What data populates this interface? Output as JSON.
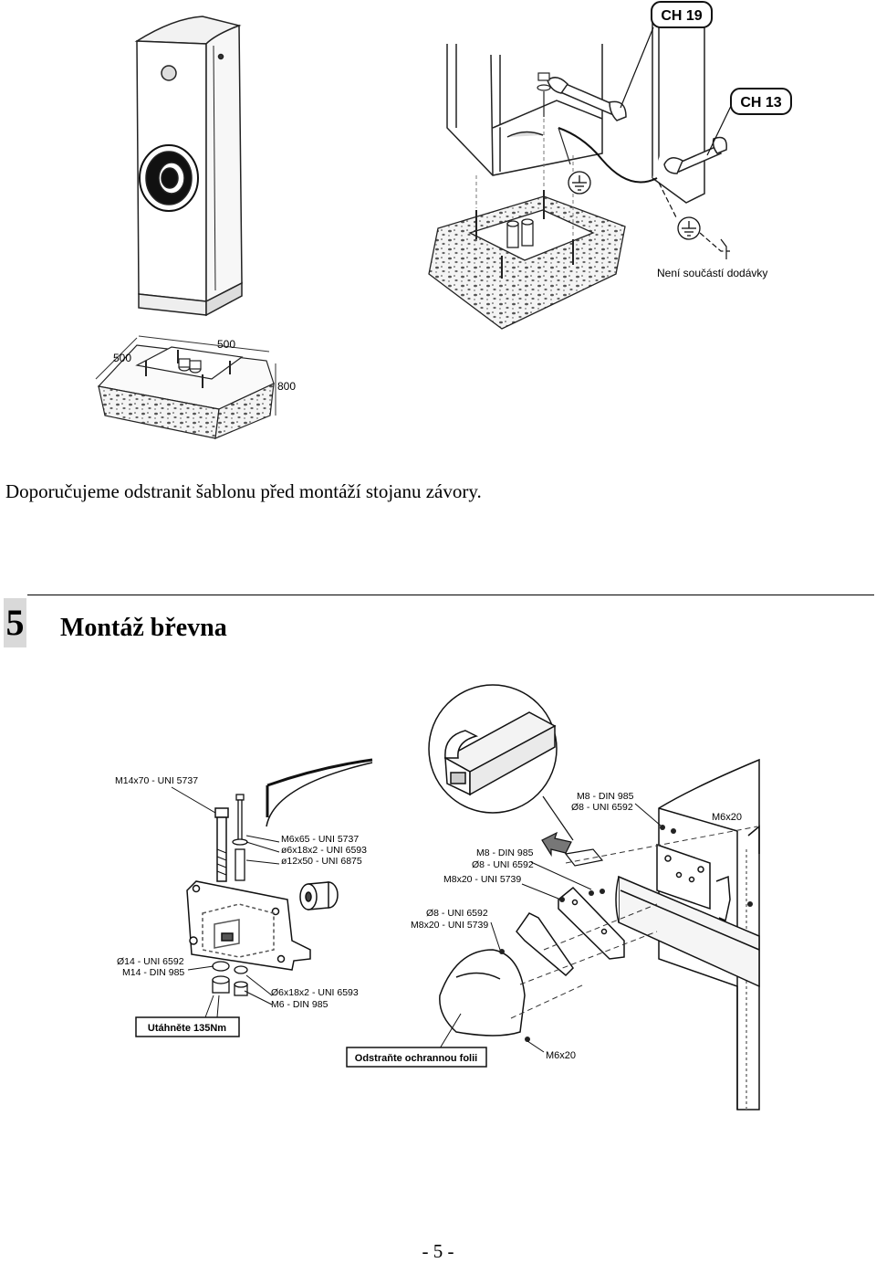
{
  "figure_top": {
    "labels": {
      "ch19": "CH 19",
      "ch13": "CH 13",
      "not_included": "Není součástí dodávky",
      "dim_a": "500",
      "dim_b": "500",
      "dim_c": "800"
    }
  },
  "note": "Doporučujeme odstranit šablonu před montáží stojanu závory.",
  "section": {
    "number": "5",
    "title": "Montáž břevna"
  },
  "figure_bottom": {
    "labels": {
      "m14x70": "M14x70 - UNI 5737",
      "m6x65": "M6x65 - UNI 5737",
      "d6x18_top": "ø6x18x2 - UNI 6593",
      "d12x50": "ø12x50 - UNI 6875",
      "d14": "Ø14 - UNI 6592",
      "m14_nut": "M14 - DIN 985",
      "d6x18_bottom": "Ø6x18x2 - UNI 6593",
      "m6_nut": "M6 - DIN 985",
      "tighten": "Utáhněte 135Nm",
      "m8_din_a": "M8 - DIN 985",
      "d8_a": "Ø8 - UNI 6592",
      "m6x20_a": "M6x20",
      "m8_din_b": "M8 - DIN 985",
      "d8_b": "Ø8 - UNI 6592",
      "m8x20_a": "M8x20 - UNI 5739",
      "d8_c": "Ø8 - UNI 6592",
      "m8x20_b": "M8x20 - UNI 5739",
      "remove_film": "Odstraňte ochrannou folii",
      "m6x20_b": "M6x20"
    }
  },
  "page_number": "- 5 -"
}
